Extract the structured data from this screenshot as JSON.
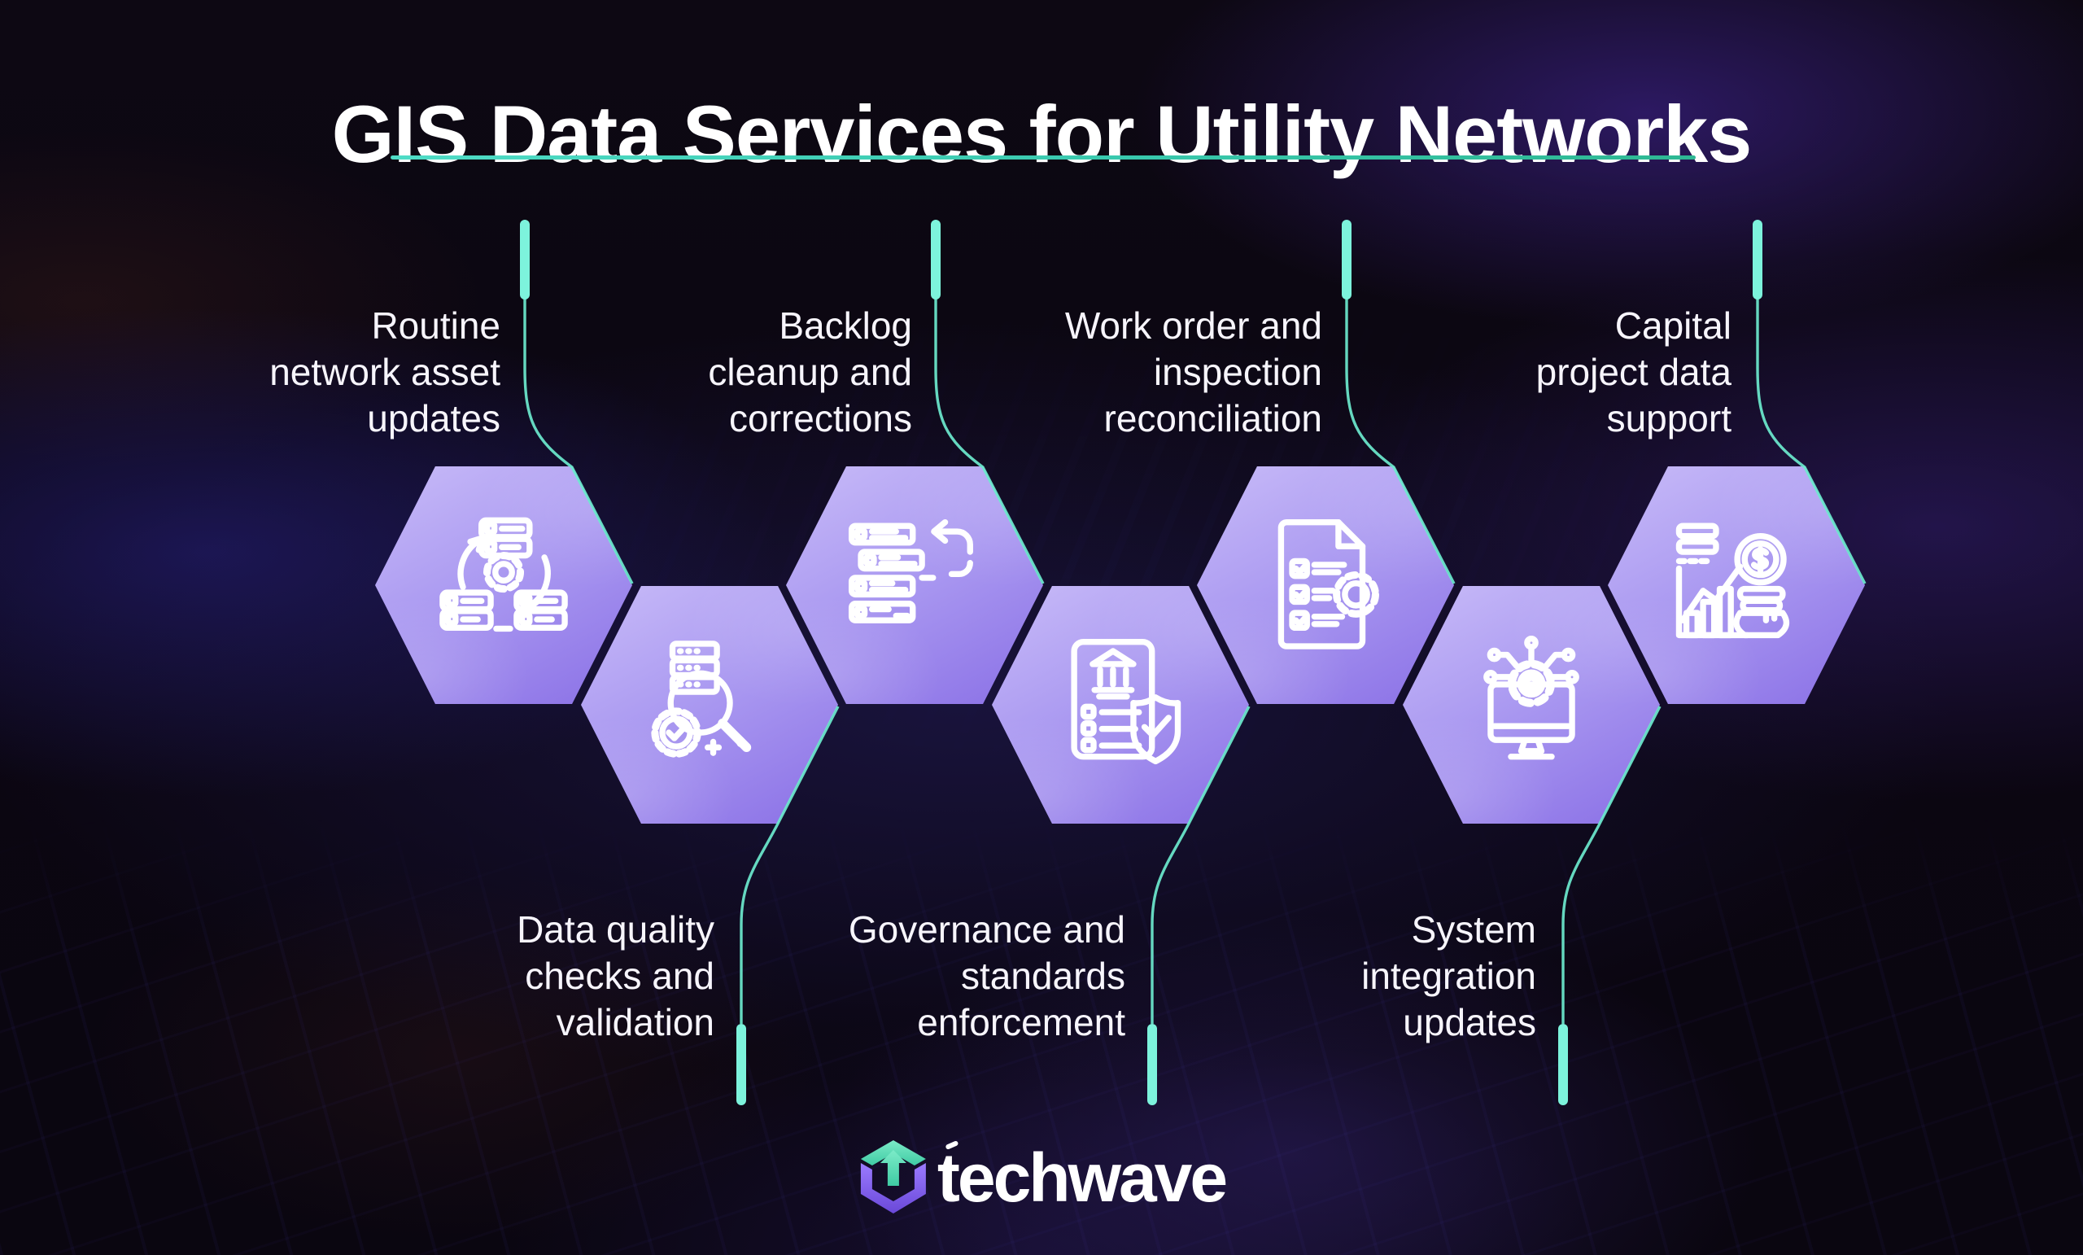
{
  "title": "GIS Data Services for Utility Networks",
  "colors": {
    "accent_teal": "#6CEACE",
    "cap_teal": "#7DF3DC",
    "underline_left": "#4FDCC6",
    "underline_right": "#2EB893",
    "hexagon_light": "#C8BBF8",
    "hexagon_dark": "#8A70E6",
    "background": "#0C0712",
    "text": "#FFFFFF",
    "logo_purple": "#7C57E8",
    "logo_teal": "#5FE3BA"
  },
  "services": {
    "top": [
      {
        "id": "routine-network-asset-updates",
        "lines": [
          "Routine",
          "network asset",
          "updates"
        ],
        "icon": "database-sync-icon"
      },
      {
        "id": "backlog-cleanup-and-corrections",
        "lines": [
          "Backlog",
          "cleanup and",
          "corrections"
        ],
        "icon": "server-rollback-icon"
      },
      {
        "id": "work-order-and-inspection-reconciliation",
        "lines": [
          "Work order and",
          "inspection",
          "reconciliation"
        ],
        "icon": "checklist-gear-icon"
      },
      {
        "id": "capital-project-data-support",
        "lines": [
          "Capital",
          "project data",
          "support"
        ],
        "icon": "finance-chart-coin-icon"
      }
    ],
    "bottom": [
      {
        "id": "data-quality-checks-and-validation",
        "lines": [
          "Data quality",
          "checks and",
          "validation"
        ],
        "icon": "magnifier-server-check-icon"
      },
      {
        "id": "governance-and-standards-enforcement",
        "lines": [
          "Governance and",
          "standards",
          "enforcement"
        ],
        "icon": "policy-shield-check-icon"
      },
      {
        "id": "system-integration-updates",
        "lines": [
          "System",
          "integration",
          "updates"
        ],
        "icon": "monitor-gear-circuit-icon"
      }
    ]
  },
  "logo": {
    "brand": "techwave"
  }
}
